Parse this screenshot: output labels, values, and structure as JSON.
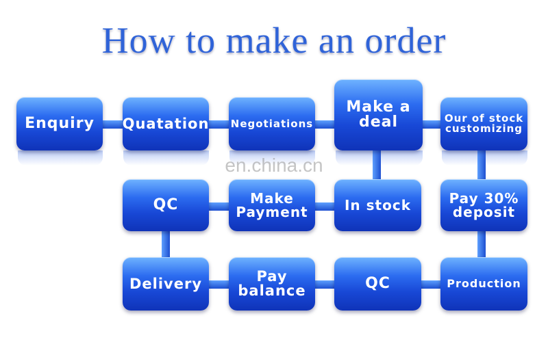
{
  "title": "How to make an order",
  "watermark": "en.china.cn",
  "steps": {
    "enquiry": "Enquiry",
    "quatation": "Quatation",
    "negotiations": "Negotiations",
    "make_a_deal": "Make a\ndeal",
    "our_of_stock_customizing": "Our of stock\ncustomizing",
    "pay_30_deposit": "Pay 30%\ndeposit",
    "in_stock": "In stock",
    "make_payment": "Make\nPayment",
    "qc_top": "QC",
    "delivery": "Delivery",
    "pay_balance": "Pay\nbalance",
    "qc_bottom": "QC",
    "production": "Production"
  },
  "colors": {
    "box_dark": "#1848d6",
    "box_light": "#6fb3ff",
    "title": "#2f63d8"
  }
}
